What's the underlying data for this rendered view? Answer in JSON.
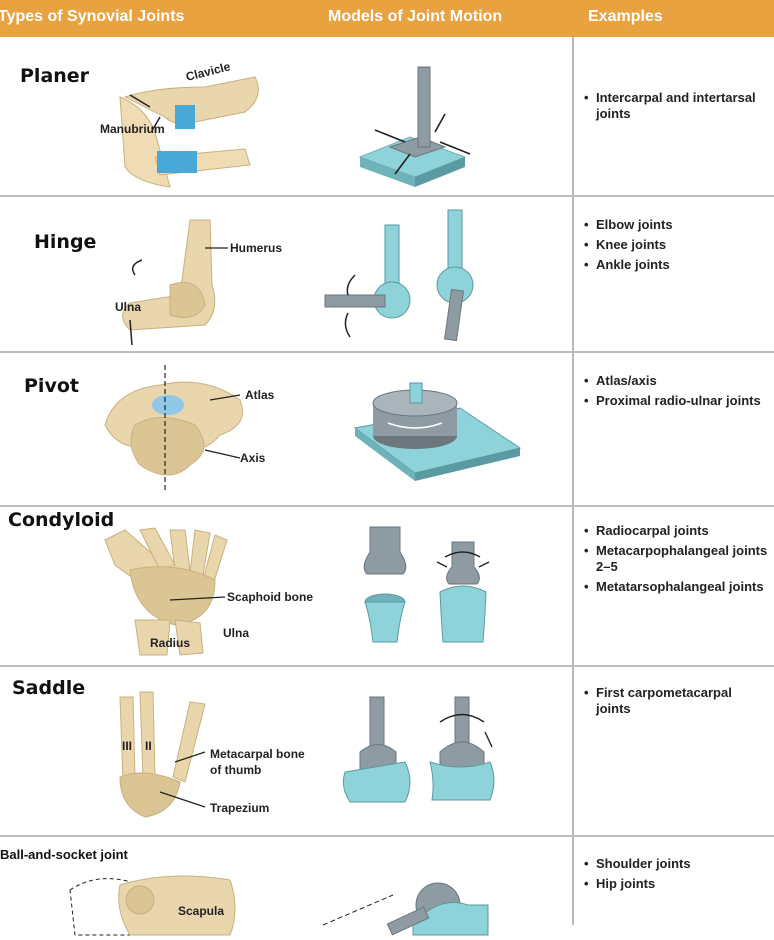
{
  "header": {
    "col1": "Types of Synovial Joints",
    "col2": "Models of Joint Motion",
    "col3": "Examples"
  },
  "rows": [
    {
      "name": "Planer",
      "labels": [
        "Clavicle",
        "Manubrium"
      ],
      "examples": [
        "Intercarpal and intertarsal joints"
      ]
    },
    {
      "name": "Hinge",
      "labels": [
        "Humerus",
        "Ulna"
      ],
      "examples": [
        "Elbow joints",
        "Knee joints",
        "Ankle joints"
      ]
    },
    {
      "name": "Pivot",
      "labels": [
        "Atlas",
        "Axis"
      ],
      "examples": [
        "Atlas/axis",
        "Proximal radio-ulnar joints"
      ]
    },
    {
      "name": "Condyloid",
      "labels": [
        "Scaphoid bone",
        "Radius",
        "Ulna"
      ],
      "examples": [
        "Radiocarpal joints",
        "Metacarpophalangeal joints 2–5",
        "Metatarsophalangeal joints"
      ]
    },
    {
      "name": "Saddle",
      "labels": [
        "Metacarpal bone",
        "of thumb",
        "Trapezium",
        "III",
        "II"
      ],
      "examples": [
        "First carpometacarpal joints"
      ]
    },
    {
      "name": "Ball-and-socket joint",
      "labels": [
        "Scapula"
      ],
      "examples": [
        "Shoulder joints",
        "Hip joints"
      ]
    }
  ],
  "colors": {
    "header_bg": "#e8a23f",
    "model_teal": "#8fd3da",
    "model_gray": "#8e9ba3",
    "bone": "#e9d6ad"
  }
}
